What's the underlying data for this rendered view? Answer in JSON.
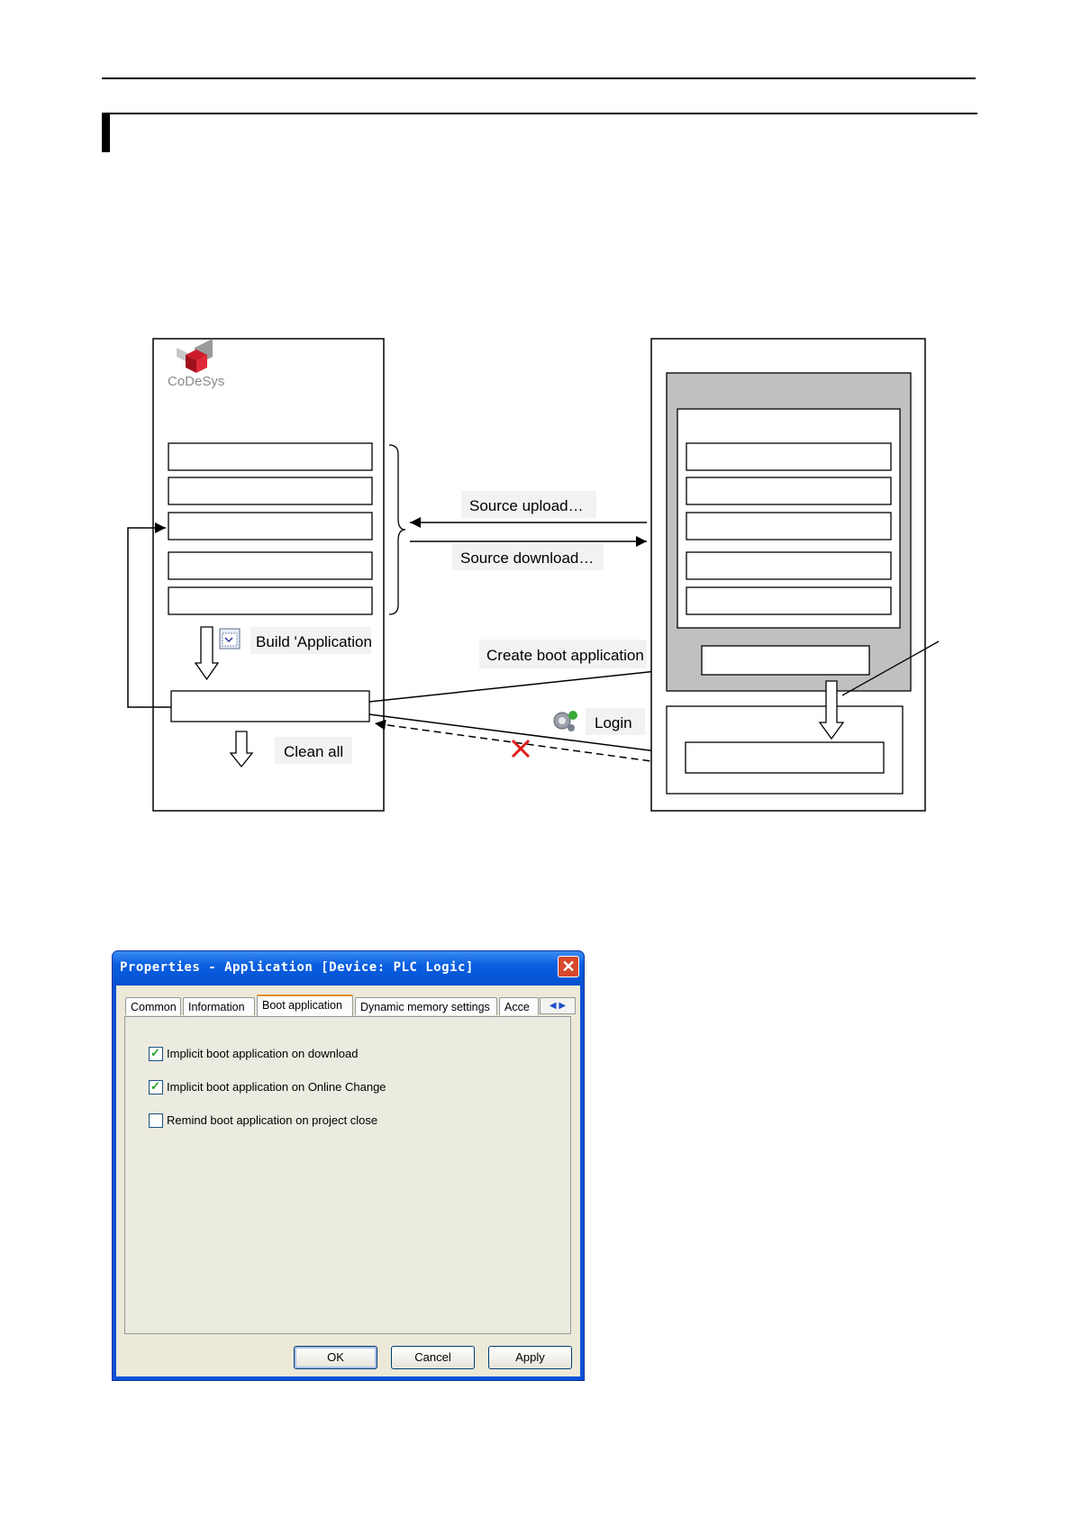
{
  "diagram": {
    "codesys_logo": "CoDeSys",
    "labels": {
      "source_upload": "Source upload…",
      "source_download": "Source download…",
      "build": "Build 'Application",
      "create_boot": "Create boot application",
      "login": "Login",
      "clean_all": "Clean all"
    }
  },
  "dialog": {
    "title": "Properties - Application [Device: PLC Logic]",
    "close_glyph": "✕",
    "tabs": [
      "Common",
      "Information",
      "Boot application",
      "Dynamic memory settings",
      "Acce"
    ],
    "active_tab": "Boot application",
    "tab_scroll": "◀ ▶",
    "options": [
      {
        "label": "Implicit boot application on download",
        "checked": true
      },
      {
        "label": "Implicit boot application on Online Change",
        "checked": true
      },
      {
        "label": "Remind boot application on project close",
        "checked": false
      }
    ],
    "buttons": {
      "ok": "OK",
      "cancel": "Cancel",
      "apply": "Apply"
    }
  },
  "colors": {
    "titlebar": "#0a5fe0",
    "close_button": "#d8482a",
    "dialog_face": "#ece9d8",
    "cross_mark": "#e01b1b",
    "plc_shade": "#c0c0c0"
  }
}
